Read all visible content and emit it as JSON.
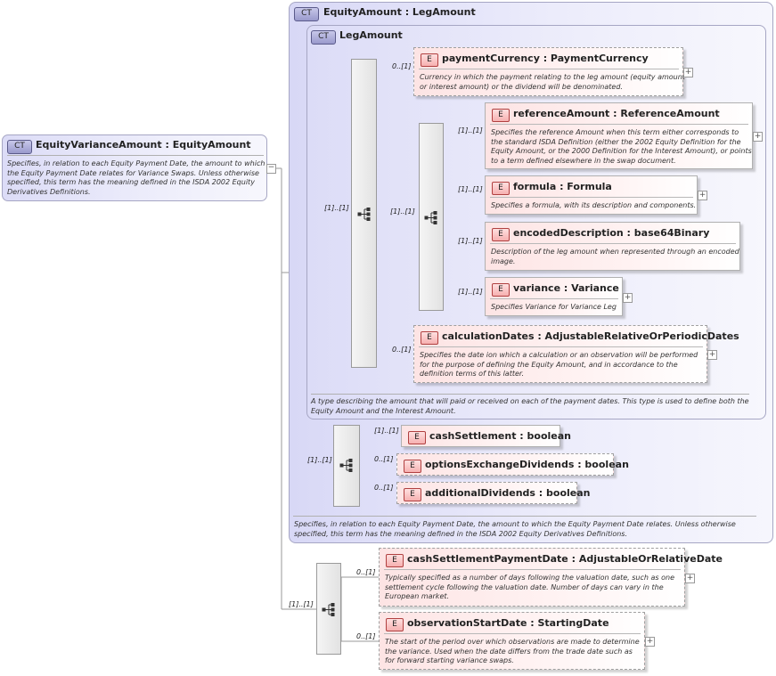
{
  "root": {
    "badge": "CT",
    "name": "EquityVarianceAmount : EquityAmount",
    "doc": "Specifies, in relation to each Equity Payment Date, the amount to which the Equity Payment Date relates for Variance Swaps. Unless otherwise specified, this term has the meaning defined in the ISDA 2002 Equity Derivatives Definitions."
  },
  "equity_amount": {
    "badge": "CT",
    "title": "EquityAmount : LegAmount",
    "doc": "Specifies, in relation to each Equity Payment Date, the amount to which the Equity Payment Date relates. Unless otherwise specified, this term has the meaning defined in the ISDA 2002 Equity Derivatives Definitions."
  },
  "leg_amount": {
    "badge": "CT",
    "title": "LegAmount",
    "doc": "A type describing the amount that will paid or received on each of the payment dates. This type is used to define both the Equity Amount and the Interest Amount."
  },
  "elements": {
    "payment_currency": {
      "badge": "E",
      "name": "paymentCurrency : PaymentCurrency",
      "doc": "Currency in which the payment relating to the leg amount (equity amount or interest amount) or the dividend will be denominated.",
      "card": "0..[1]"
    },
    "reference_amount": {
      "badge": "E",
      "name": "referenceAmount : ReferenceAmount",
      "doc": "Specifies the reference Amount when this term either corresponds to the standard ISDA Definition (either the 2002 Equity Definition for the Equity Amount, or the 2000 Definition for the Interest Amount), or points to a term defined elsewhere in the swap document.",
      "card": "[1]..[1]"
    },
    "formula": {
      "badge": "E",
      "name": "formula : Formula",
      "doc": "Specifies a formula, with its description and components.",
      "card": "[1]..[1]"
    },
    "encoded_description": {
      "badge": "E",
      "name": "encodedDescription : base64Binary",
      "doc": "Description of the leg amount when represented through an encoded image.",
      "card": "[1]..[1]"
    },
    "variance": {
      "badge": "E",
      "name": "variance : Variance",
      "doc": "Specifies Variance for Variance Leg",
      "card": "[1]..[1]"
    },
    "calculation_dates": {
      "badge": "E",
      "name": "calculationDates : AdjustableRelativeOrPeriodicDates",
      "doc": "Specifies the date ion which a calculation or an observation will be performed for the purpose of defining the Equity Amount, and in accordance to the definition terms of this latter.",
      "card": "0..[1]"
    },
    "cash_settlement": {
      "badge": "E",
      "name": "cashSettlement : boolean",
      "card": "[1]..[1]"
    },
    "options_exchange_dividends": {
      "badge": "E",
      "name": "optionsExchangeDividends : boolean",
      "card": "0..[1]"
    },
    "additional_dividends": {
      "badge": "E",
      "name": "additionalDividends : boolean",
      "card": "0..[1]"
    },
    "cash_settlement_payment_date": {
      "badge": "E",
      "name": "cashSettlementPaymentDate : AdjustableOrRelativeDate",
      "doc": "Typically specified as a number of days following the valuation date, such as one settlement cycle following the valuation date. Number of days can vary in the European market.",
      "card": "0..[1]"
    },
    "observation_start_date": {
      "badge": "E",
      "name": "observationStartDate : StartingDate",
      "doc": "The start of the period over which observations are made to determine the variance. Used when the date differs from the trade date such as for forward starting variance swaps.",
      "card": "0..[1]"
    }
  },
  "sequence_cards": {
    "leg_sequence": "[1]..[1]",
    "choice_sequence": "[1]..[1]",
    "equity_sequence": "[1]..[1]",
    "variance_sequence": "[1]..[1]"
  },
  "controls": {
    "plus": "+",
    "minus": "−"
  },
  "icons": {
    "sequence": "sequence-compositor-icon",
    "expand": "plus-box-icon",
    "collapse": "minus-box-icon"
  }
}
